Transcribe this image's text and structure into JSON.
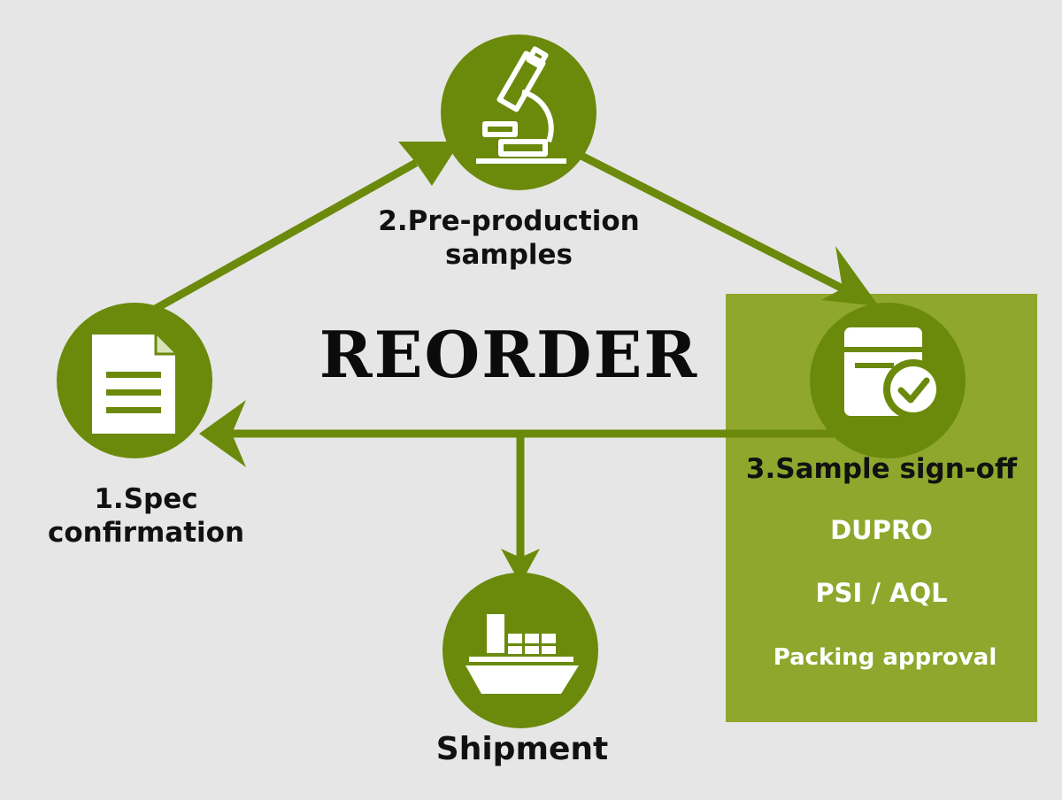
{
  "title": "REORDER",
  "colors": {
    "background": "#e6e6e6",
    "dark_green": "#6b8a0b",
    "panel_green": "#8fa72c",
    "arrow_green": "#6b8a0b",
    "icon_white": "#ffffff"
  },
  "steps": [
    {
      "id": "spec",
      "icon": "document-icon",
      "lines": [
        "1.Spec",
        "confirmation"
      ]
    },
    {
      "id": "pre",
      "icon": "microscope-icon",
      "lines": [
        "2.Pre-production",
        "samples"
      ]
    },
    {
      "id": "signoff",
      "icon": "form-check-icon",
      "lines": [
        "3.Sample sign-off"
      ]
    },
    {
      "id": "ship",
      "icon": "ship-icon",
      "lines": [
        "Shipment"
      ]
    }
  ],
  "signoff_panel": {
    "items": [
      "DUPRO",
      "PSI / AQL",
      "Packing approval"
    ]
  },
  "edges": [
    {
      "from": "spec",
      "to": "pre"
    },
    {
      "from": "pre",
      "to": "signoff"
    },
    {
      "from": "signoff",
      "to": "spec"
    },
    {
      "from": "signoff-spec-line",
      "to": "ship"
    }
  ]
}
